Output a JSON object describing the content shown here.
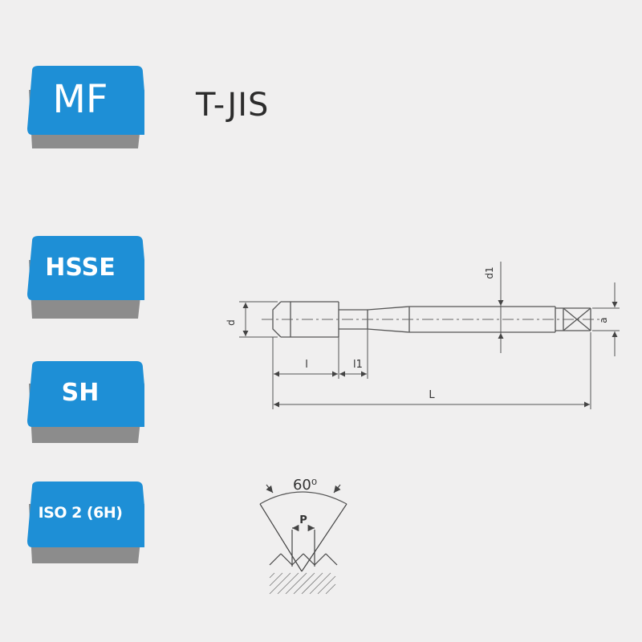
{
  "badges": [
    {
      "id": "mf",
      "label": "MF"
    },
    {
      "id": "hsse",
      "label": "HSSE"
    },
    {
      "id": "sh",
      "label": "SH"
    },
    {
      "id": "iso",
      "label": "ISO 2 (6H)"
    }
  ],
  "title": "T-JIS",
  "drawing": {
    "dim_d": "d",
    "dim_d1": "d1",
    "dim_a": "a",
    "dim_l": "l",
    "dim_l1": "l1",
    "dim_L": "L"
  },
  "thread": {
    "angle": "60⁰",
    "pitch": "P"
  },
  "colors": {
    "badge_blue": "#1e8fd6",
    "badge_shadow": "#8c8c8c",
    "line": "#555555"
  }
}
